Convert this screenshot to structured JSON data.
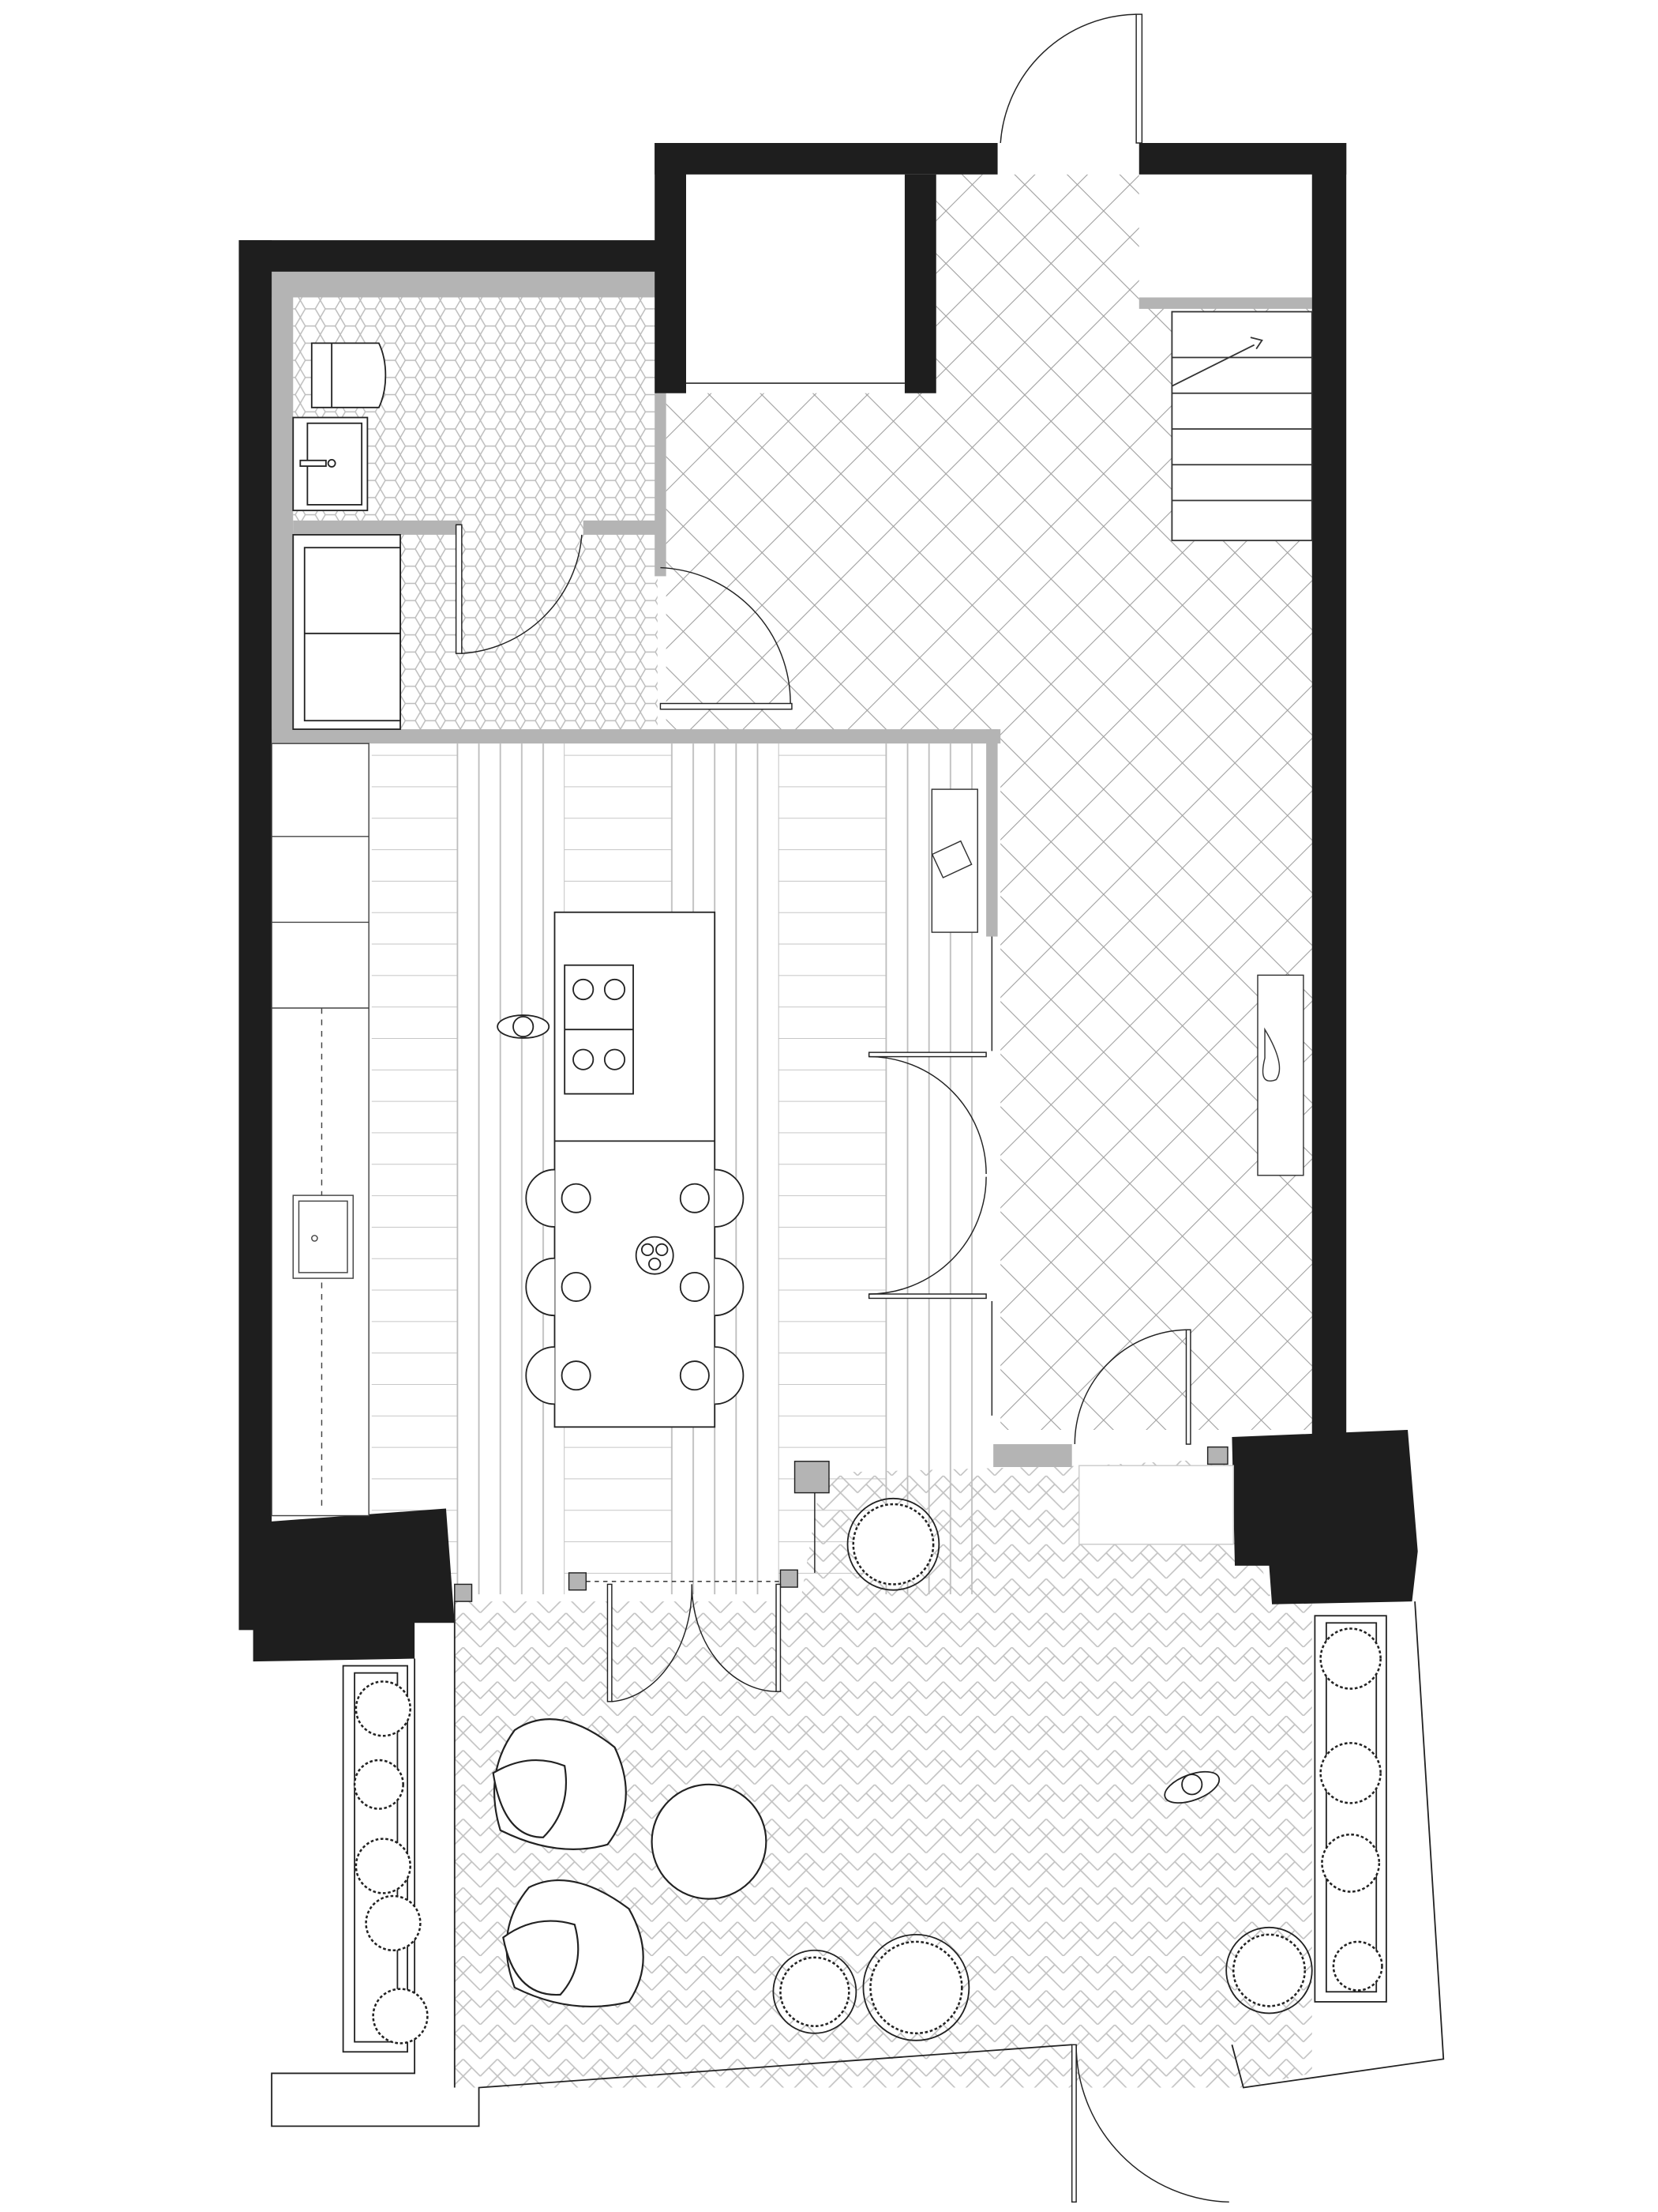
{
  "plan": {
    "colors": {
      "wall": "#1e1e1e",
      "partition": "#b4b4b4",
      "line": "#222222",
      "tile": "#9a9a9a",
      "background": "#ffffff"
    },
    "rooms": [
      "bathroom",
      "utility",
      "entrance-hall",
      "kitchen-dining",
      "terrace"
    ],
    "icons": [
      "toilet-icon",
      "washbasin-icon",
      "hob-icon",
      "chair-icon",
      "armchair-icon",
      "plant-icon",
      "person-icon",
      "stair-icon",
      "door-swing-icon"
    ]
  }
}
